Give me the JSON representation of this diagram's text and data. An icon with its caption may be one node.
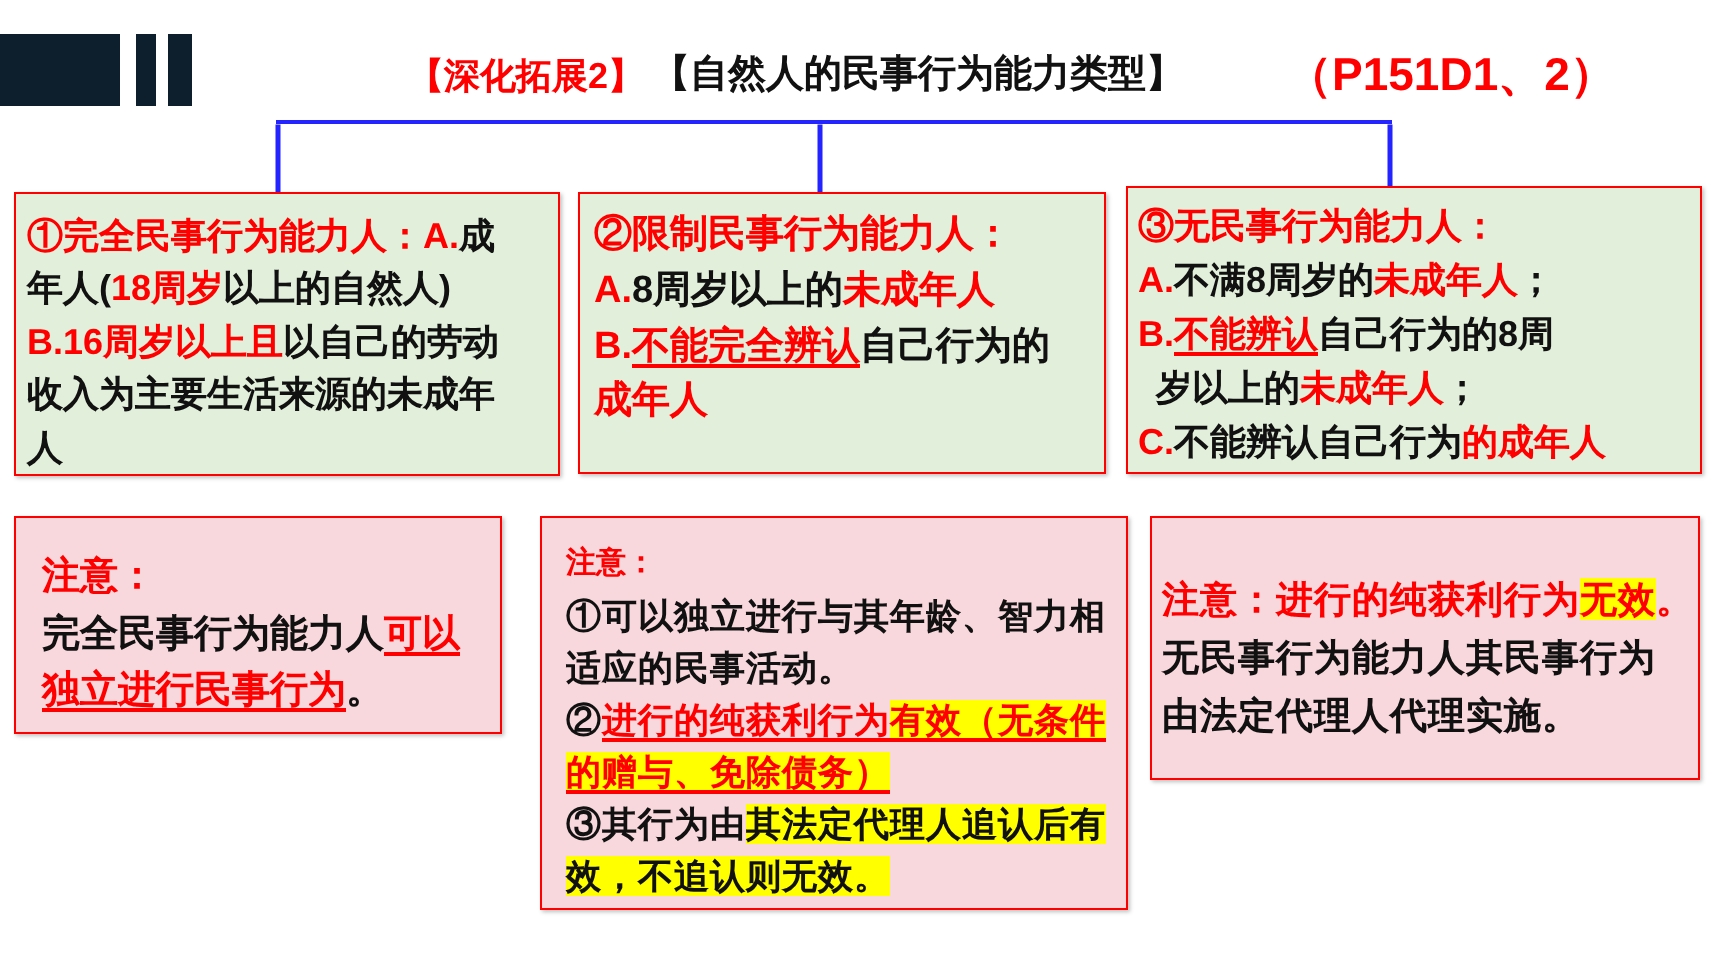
{
  "diagram": {
    "title": "【自然人的民事行为能力类型】",
    "nodes": [
      {
        "text": [],
        "shape": "bar"
      },
      {
        "text": [
          "①完全民事行为能力人：A.",
          "成年人(",
          "18周岁",
          "以上的自然人)",
          "B.16周岁以上且",
          "以自己的劳动收入为主要生活来源的未成年人"
        ]
      },
      {
        "text": [
          "②限制民事行为能力人：",
          "A.",
          "8周岁以上的",
          "未成年人",
          "B.",
          "不能完全辨认",
          "自己行为的",
          "成年人"
        ]
      },
      {
        "text": [
          "③无民事行为能力人：",
          "A.",
          "不满8周岁的",
          "未成年人",
          "；",
          "B.",
          "不能辨认",
          "自己行为的8周岁以上的",
          "未成年人",
          "；",
          "C.",
          "不能辨认自己行为",
          "的成年人"
        ]
      },
      {
        "text": [
          "注意：",
          "完全民事行为能力人",
          "可以独立进行民事行为",
          "。"
        ]
      },
      {
        "text": [
          "注意：",
          "①可以独立进行与其年龄、智力相适应的民事活动。",
          "②",
          "进行的纯获利行为",
          "有效（无条件的赠与、免除债务）",
          "③其行为由",
          "其法定代理人追认后有效，不追认则无效。"
        ]
      },
      {
        "text": [
          "注意：进行的纯获利行为",
          "无效",
          "。",
          "无民事行为能力人其民事行为由法定代理人代理实施。"
        ]
      }
    ],
    "edges": [
      {
        "from": 0,
        "to": 1,
        "arrow": "none"
      },
      {
        "from": 0,
        "to": 2,
        "arrow": "none"
      },
      {
        "from": 0,
        "to": 3,
        "arrow": "none"
      }
    ],
    "labels": [
      "【深化拓展2】",
      "（P151D1、2）"
    ]
  }
}
